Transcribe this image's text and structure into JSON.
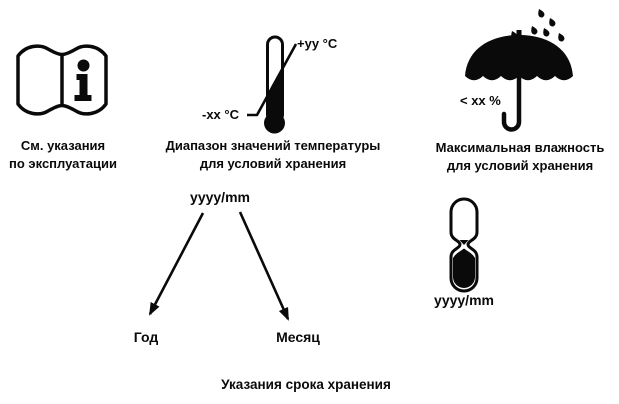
{
  "page": {
    "background": "#ffffff",
    "ink": "#0a0a0a"
  },
  "symbols": {
    "manual": {
      "icon": "open-book-info-icon",
      "caption_line1": "См. указания",
      "caption_line2": "по эксплуатации"
    },
    "temperature": {
      "icon": "thermometer-icon",
      "max_label": "+yy °C",
      "min_label": "-xx °C",
      "caption_line1": "Диапазон значений температуры",
      "caption_line2": "для условий хранения"
    },
    "humidity": {
      "icon": "umbrella-rain-icon",
      "limit_label": "< xx %",
      "caption_line1": "Максимальная влажность",
      "caption_line2": "для условий хранения"
    },
    "shelf_life": {
      "icon": "hourglass-icon",
      "date_format_label": "yyyy/mm"
    }
  },
  "date_format_diagram": {
    "format_label": "yyyy/mm",
    "year_label": "Год",
    "month_label": "Месяц"
  },
  "footer": {
    "caption": "Указания срока хранения"
  }
}
